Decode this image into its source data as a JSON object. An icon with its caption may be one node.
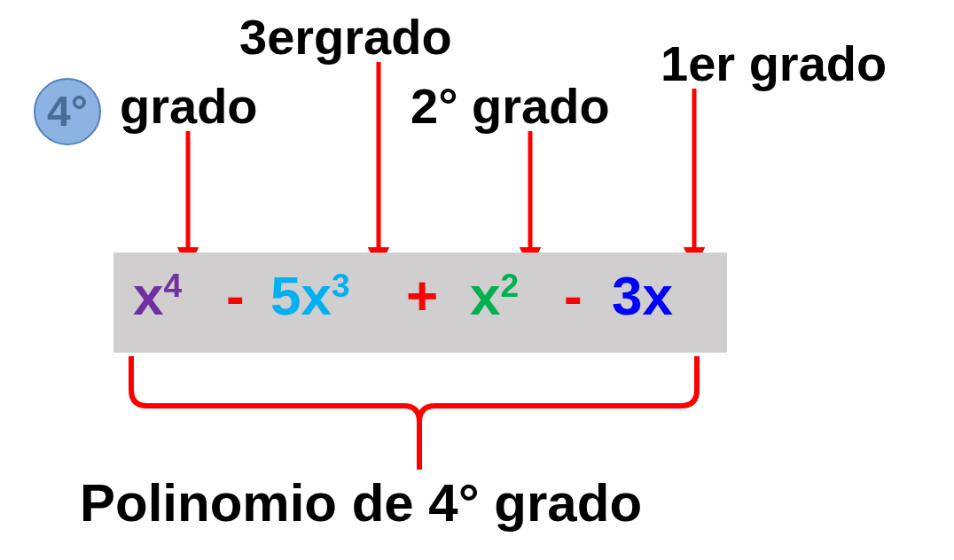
{
  "diagram": {
    "nodes": [
      {
        "text": [
          "4°"
        ]
      },
      {
        "text": [
          "grado"
        ]
      },
      {
        "text": [
          "3ergrado"
        ]
      },
      {
        "text": [
          "2° grado"
        ]
      },
      {
        "text": [
          "1er grado"
        ]
      },
      {
        "text": [],
        "shape": "box"
      },
      {
        "text": [
          "x$^{4}$"
        ],
        "in": 5
      },
      {
        "text": [
          "5x$^{3}$"
        ],
        "in": 5
      },
      {
        "text": [
          "x$^{2}$"
        ],
        "in": 5
      },
      {
        "text": [
          "3x"
        ],
        "in": 5
      },
      {
        "text": [
          "Polinomio de 4° grado"
        ]
      }
    ],
    "edges": [
      {
        "from": 1,
        "to": 6,
        "arrow": "to"
      },
      {
        "from": 2,
        "to": 7,
        "arrow": "to"
      },
      {
        "from": 3,
        "to": 8,
        "arrow": "to"
      },
      {
        "from": 4,
        "to": 9,
        "arrow": "to"
      }
    ],
    "labels": [
      "-",
      "+",
      "-"
    ]
  }
}
